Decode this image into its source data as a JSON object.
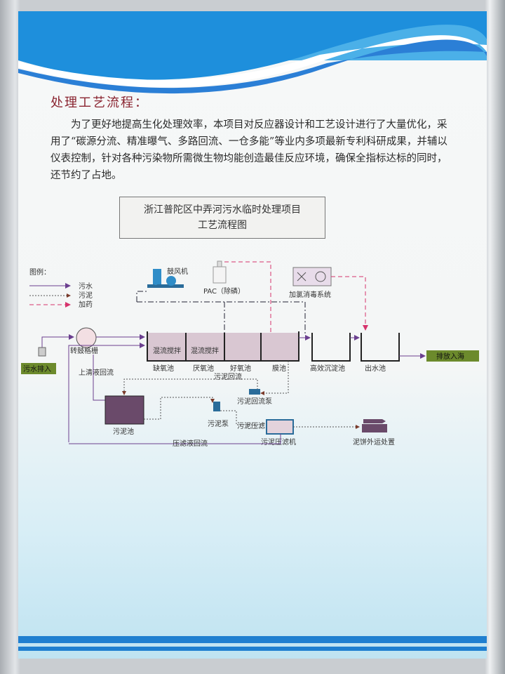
{
  "heading": "处理工艺流程：",
  "paragraph": "为了更好地提高生化处理效率，本项目对反应器设计和工艺设计进行了大量优化，采用了“碳源分流、精准曝气、多路回流、一仓多能”等业内多项最新专利科研成果，并辅以仪表控制，针对各种污染物所需微生物均能创造最佳反应环境，确保全指标达标的同时，还节约了占地。",
  "diagram": {
    "title_line1": "浙江普陀区中弄河污水临时处理项目",
    "title_line2": "工艺流程图",
    "legend": {
      "title": "图例：",
      "sewage": "污水",
      "sludge": "污泥",
      "dosing": "加药"
    },
    "blower": "鼓风机",
    "pac": "PAC（除磷）",
    "chlorine": "加氯消毒系统",
    "inlet": "污水排入",
    "outlet": "排放入海",
    "drum_screen": "转鼓格栅",
    "mixing1": "混流搅拌",
    "mixing2": "混流搅拌",
    "tanks": [
      "缺氧池",
      "厌氧池",
      "好氧池",
      "膜池",
      "高效沉淀池",
      "出水池"
    ],
    "supernatant_return": "上清液回流",
    "sludge_return": "污泥回流",
    "sludge_return_pump": "污泥回流泵",
    "sludge_tank": "污泥池",
    "sludge_pump": "污泥泵",
    "sludge_press_label": "污泥压滤",
    "filter_press": "污泥压滤机",
    "cake_disposal": "泥饼外运处置",
    "filtrate_return": "压滤液回流"
  },
  "colors": {
    "sewage": "#6b3f8f",
    "dosing": "#d6336c",
    "label_green": "#6c8a2c",
    "brand_blue": "#1a6fd0"
  }
}
